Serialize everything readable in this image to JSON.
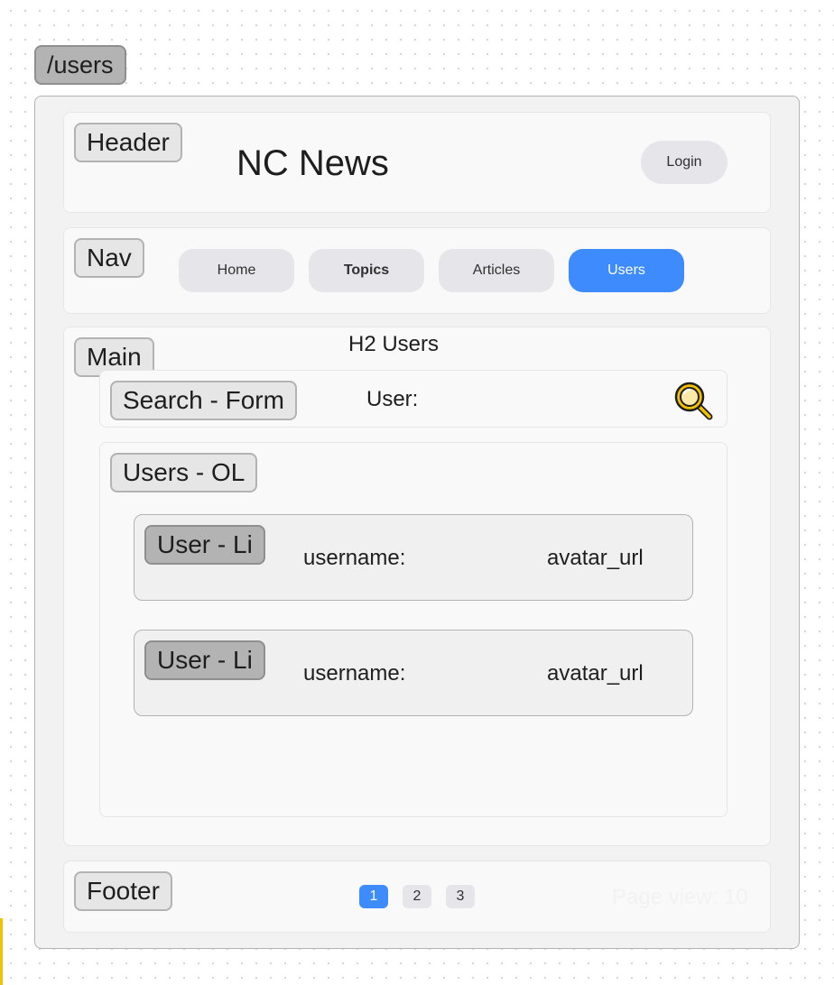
{
  "route_label": "/users",
  "header": {
    "tag": "Header",
    "title": "NC News",
    "login_label": "Login"
  },
  "nav": {
    "tag": "Nav",
    "items": [
      {
        "label": "Home"
      },
      {
        "label": "Topics"
      },
      {
        "label": "Articles"
      },
      {
        "label": "Users"
      }
    ],
    "active_item": "Users"
  },
  "main": {
    "tag": "Main",
    "heading": "H2 Users",
    "search_form": {
      "tag": "Search - Form",
      "label": "User:",
      "icon": "magnifier-icon"
    },
    "users_list": {
      "tag": "Users - OL",
      "items": [
        {
          "tag": "User - Li",
          "username_label": "username:",
          "avatar_label": "avatar_url"
        },
        {
          "tag": "User - Li",
          "username_label": "username:",
          "avatar_label": "avatar_url"
        }
      ]
    }
  },
  "footer": {
    "tag": "Footer",
    "pages": [
      "1",
      "2",
      "3"
    ],
    "active_page": "1",
    "page_view_text": "Page view: 10"
  },
  "colors": {
    "accent": "#3d8bfd",
    "tag_bg": "#e6e6e6",
    "tag_dark_bg": "#b3b3b3",
    "frame_bg": "#f2f2f2",
    "section_bg": "#f9f9f9",
    "search_icon": "#f2c200"
  }
}
